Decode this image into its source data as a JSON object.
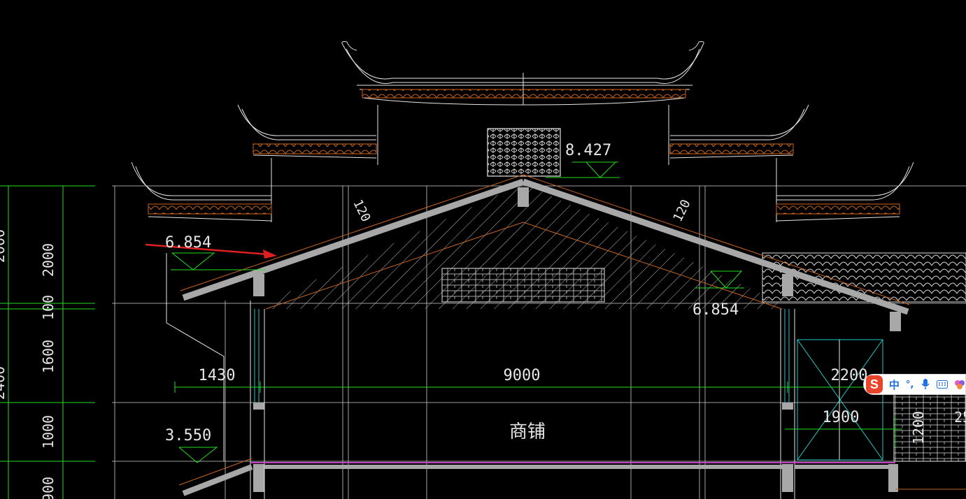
{
  "drawing": {
    "colors": {
      "background": "#000000",
      "lines": "#e6e6e6",
      "dimension": "#22dd22",
      "roof_edge": "#c8641e",
      "glass": "#22c8c8",
      "annotation_arrow": "#e02020"
    },
    "elevations": {
      "ridge": "8.427",
      "eave_left": "6.854",
      "eave_right": "6.854",
      "lower_eave": "3.550"
    },
    "dimensions": {
      "vertical": [
        "2000",
        "100",
        "1600",
        "1000",
        "900"
      ],
      "edge_partial_top": "2000",
      "edge_partial_bottom": "2400",
      "roof_thickness_left": "120",
      "roof_thickness_right": "120",
      "span_left": "1430",
      "span_main": "9000",
      "span_right": "2200",
      "door_width": "1900",
      "door_height": "1200",
      "edge_right": "25"
    },
    "room_label": "商铺"
  },
  "ime": {
    "logo": "S",
    "mode": "中",
    "punct": "°,",
    "icons": [
      "microphone-icon",
      "keyboard-icon",
      "skin-icon"
    ]
  }
}
